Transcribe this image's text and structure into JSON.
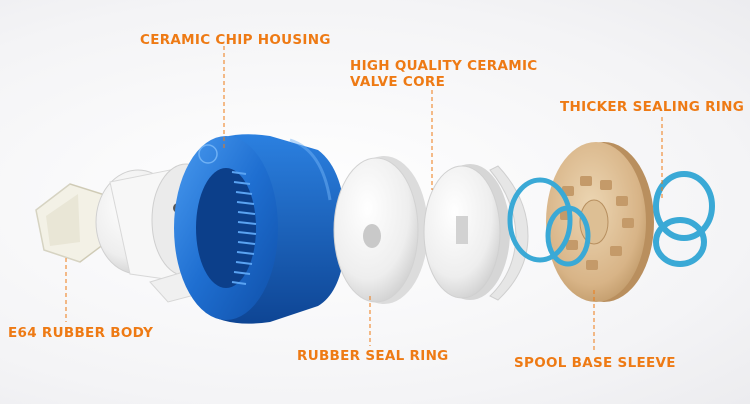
{
  "colors": {
    "label": "#ee7a14",
    "leader": "#ee7a14",
    "housing_blue": "#1f6fd1",
    "ceramic_white": "#f5f5f5",
    "seal_ring_teal": "#3aa9d6",
    "base_sleeve_tan": "#d9b98f"
  },
  "labels": {
    "ceramic_chip_housing": "CERAMIC CHIP HOUSING",
    "valve_core_line1": "HIGH QUALITY CERAMIC",
    "valve_core_line2": "VALVE CORE",
    "thicker_sealing_ring": "THICKER SEALING RING",
    "e64_rubber_body": "E64 RUBBER BODY",
    "rubber_seal_ring": "RUBBER SEAL RING",
    "spool_base_sleeve": "SPOOL BASE SLEEVE"
  }
}
